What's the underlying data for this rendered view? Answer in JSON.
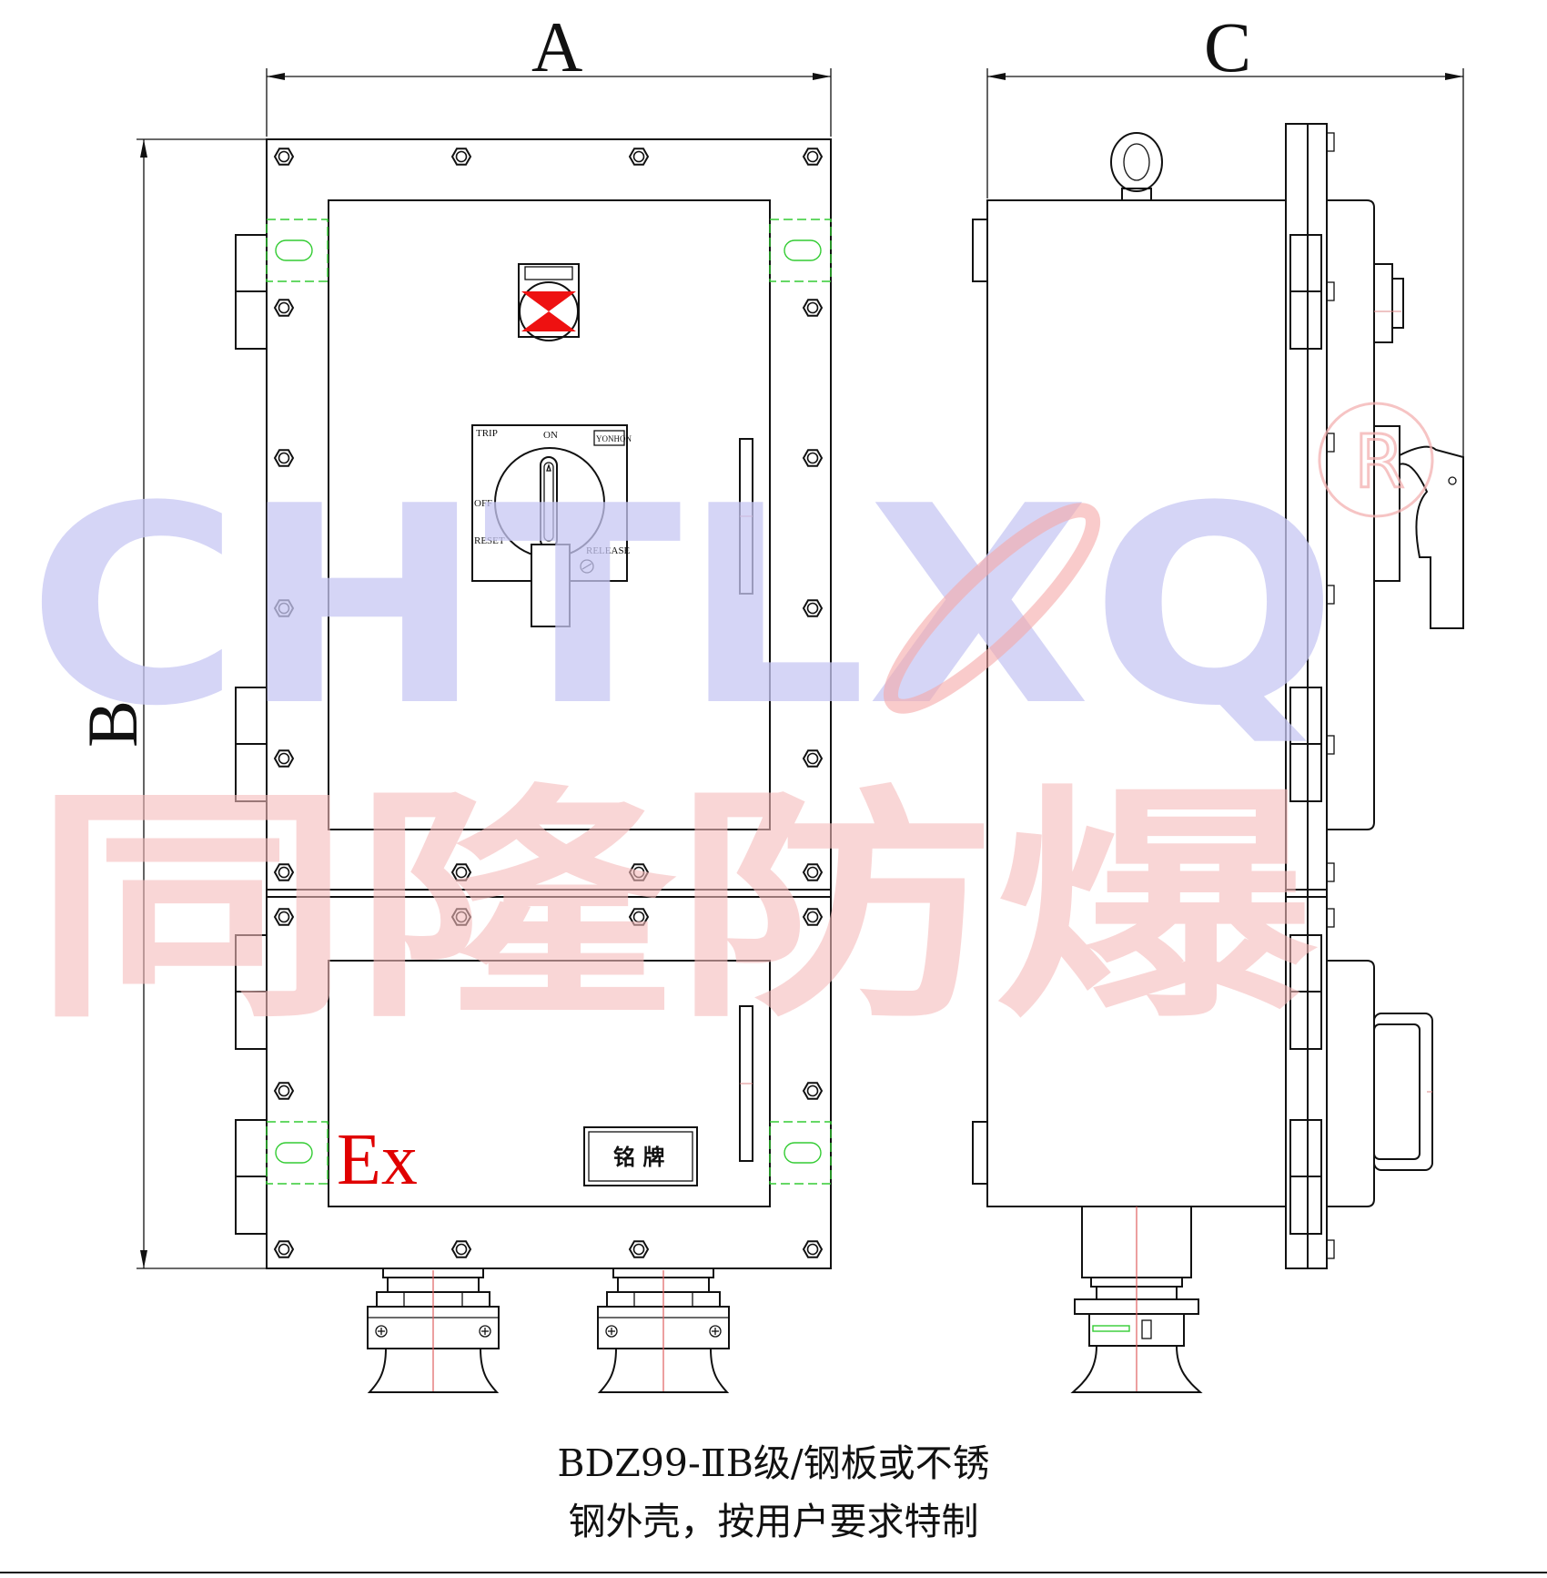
{
  "dimensions": {
    "width_label": "A",
    "height_label": "B",
    "depth_label": "C"
  },
  "watermark": {
    "latin": "CHTLXQ",
    "cjk": "同隆防爆",
    "registered": "R",
    "colors": {
      "latin": "#c8c8f4",
      "cjk": "#f6bcbc"
    }
  },
  "switch": {
    "trip": "TRIP",
    "on": "ON",
    "off": "OFF",
    "reset": "RESET",
    "release": "RELEASE",
    "brand": "YONHON"
  },
  "marking": {
    "ex": "Ex",
    "nameplate": "铭 牌",
    "ex_color": "#e00000"
  },
  "caption": {
    "line1": "BDZ99-ⅡB级/钢板或不锈",
    "line2": "钢外壳，按用户要求特制"
  }
}
